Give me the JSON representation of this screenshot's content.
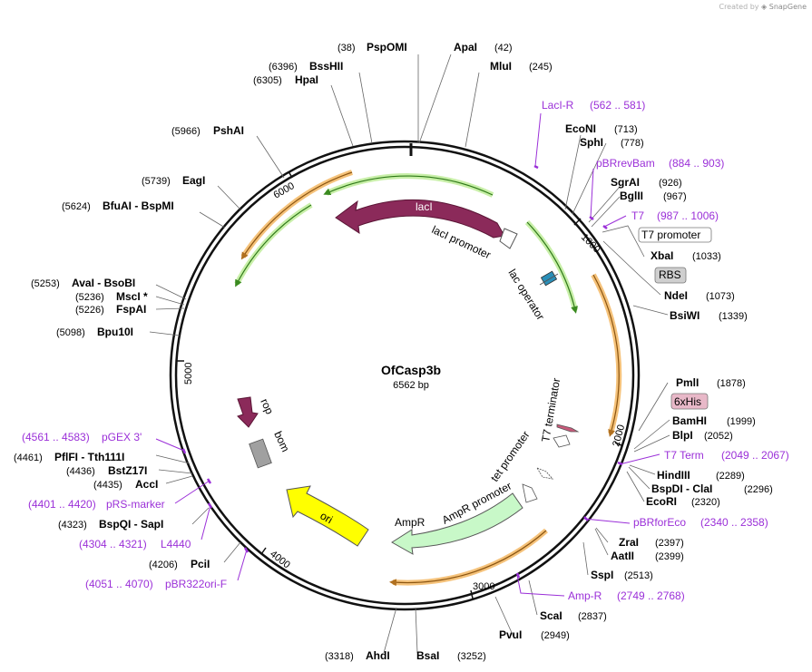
{
  "credit": {
    "prefix": "Created by",
    "brand": "SnapGene"
  },
  "plasmid": {
    "name": "OfCasp3b",
    "size": "6562 bp"
  },
  "ticks": [
    "1000",
    "2000",
    "3000",
    "4000",
    "5000",
    "6000"
  ],
  "sites": [
    {
      "name": "PspOMI",
      "pos": "(38)"
    },
    {
      "name": "ApaI",
      "pos": "(42)"
    },
    {
      "name": "MluI",
      "pos": "(245)"
    },
    {
      "name": "BssHII",
      "pos": "(6396)"
    },
    {
      "name": "HpaI",
      "pos": "(6305)"
    },
    {
      "name": "PshAI",
      "pos": "(5966)"
    },
    {
      "name": "EagI",
      "pos": "(5739)"
    },
    {
      "name": "BfuAI - BspMI",
      "pos": "(5624)"
    },
    {
      "name": "AvaI - BsoBI",
      "pos": "(5253)"
    },
    {
      "name": "MscI *",
      "pos": "(5236)"
    },
    {
      "name": "FspAI",
      "pos": "(5226)"
    },
    {
      "name": "Bpu10I",
      "pos": "(5098)"
    },
    {
      "name": "EcoNI",
      "pos": "(713)"
    },
    {
      "name": "SphI",
      "pos": "(778)"
    },
    {
      "name": "SgrAI",
      "pos": "(926)"
    },
    {
      "name": "BglII",
      "pos": "(967)"
    },
    {
      "name": "XbaI",
      "pos": "(1033)"
    },
    {
      "name": "NdeI",
      "pos": "(1073)"
    },
    {
      "name": "BsiWI",
      "pos": "(1339)"
    },
    {
      "name": "PmlI",
      "pos": "(1878)"
    },
    {
      "name": "BamHI",
      "pos": "(1999)"
    },
    {
      "name": "BlpI",
      "pos": "(2052)"
    },
    {
      "name": "HindIII",
      "pos": "(2289)"
    },
    {
      "name": "BspDI - ClaI",
      "pos": "(2296)"
    },
    {
      "name": "EcoRI",
      "pos": "(2320)"
    },
    {
      "name": "ZraI",
      "pos": "(2397)"
    },
    {
      "name": "AatII",
      "pos": "(2399)"
    },
    {
      "name": "SspI",
      "pos": "(2513)"
    },
    {
      "name": "ScaI",
      "pos": "(2837)"
    },
    {
      "name": "PvuI",
      "pos": "(2949)"
    },
    {
      "name": "BsaI",
      "pos": "(3252)"
    },
    {
      "name": "AhdI",
      "pos": "(3318)"
    },
    {
      "name": "PflFI - Tth111I",
      "pos": "(4461)"
    },
    {
      "name": "BstZ17I",
      "pos": "(4436)"
    },
    {
      "name": "AccI",
      "pos": "(4435)"
    },
    {
      "name": "BspQI - SapI",
      "pos": "(4323)"
    },
    {
      "name": "PciI",
      "pos": "(4206)"
    }
  ],
  "primers": [
    {
      "name": "LacI-R",
      "range": "(562 .. 581)"
    },
    {
      "name": "pBRrevBam",
      "range": "(884 .. 903)"
    },
    {
      "name": "T7",
      "range": "(987 .. 1006)"
    },
    {
      "name": "T7 Term",
      "range": "(2049 .. 2067)"
    },
    {
      "name": "pBRforEco",
      "range": "(2340 .. 2358)"
    },
    {
      "name": "Amp-R",
      "range": "(2749 .. 2768)"
    },
    {
      "name": "pGEX 3'",
      "range": "(4561 .. 4583)"
    },
    {
      "name": "pRS-marker",
      "range": "(4401 .. 4420)"
    },
    {
      "name": "L4440",
      "range": "(4304 .. 4321)"
    },
    {
      "name": "pBR322ori-F",
      "range": "(4051 .. 4070)"
    }
  ],
  "boxed": [
    {
      "name": "T7 promoter"
    },
    {
      "name": "RBS"
    },
    {
      "name": "6xHis"
    }
  ],
  "features": [
    {
      "name": "lacI",
      "color": "#8b2a5a"
    },
    {
      "name": "lacI promoter"
    },
    {
      "name": "lac operator"
    },
    {
      "name": "T7 terminator"
    },
    {
      "name": "tet promoter"
    },
    {
      "name": "AmpR promoter"
    },
    {
      "name": "AmpR",
      "color": "#c8f5c8"
    },
    {
      "name": "ori",
      "color": "#ffff00"
    },
    {
      "name": "rop",
      "color": "#8b2a5a"
    },
    {
      "name": "bom",
      "color": "#a0a0a0"
    }
  ],
  "colors": {
    "primer": "#9b30d8",
    "orf_orange": "#f0a030",
    "orf_green": "#76c043"
  }
}
